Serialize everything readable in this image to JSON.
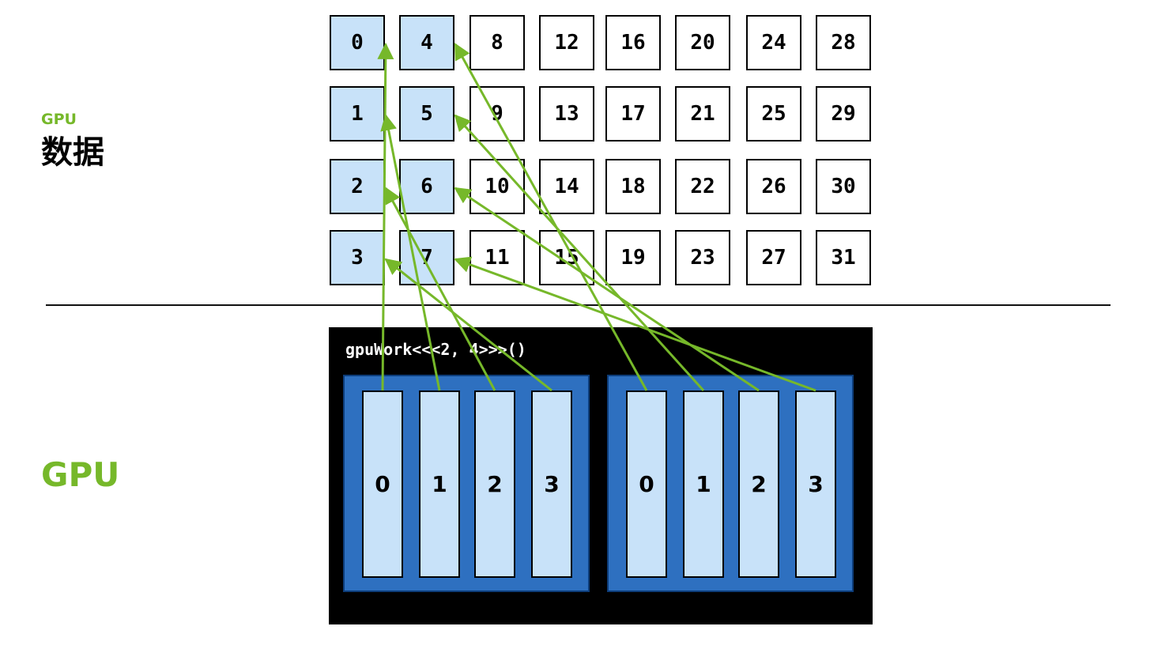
{
  "labels": {
    "gpu_small": "GPU",
    "data": "数据",
    "gpu": "GPU"
  },
  "colors": {
    "accent_green": "#76b82a",
    "cell_highlight": "#c8e2f9",
    "block_blue": "#2e70c0"
  },
  "data_grid": {
    "columns": [
      [
        "0",
        "1",
        "2",
        "3"
      ],
      [
        "4",
        "5",
        "6",
        "7"
      ],
      [
        "8",
        "9",
        "10",
        "11"
      ],
      [
        "12",
        "13",
        "14",
        "15"
      ],
      [
        "16",
        "17",
        "18",
        "19"
      ],
      [
        "20",
        "21",
        "22",
        "23"
      ],
      [
        "24",
        "25",
        "26",
        "27"
      ],
      [
        "28",
        "29",
        "30",
        "31"
      ]
    ],
    "highlighted": [
      "0",
      "1",
      "2",
      "3",
      "4",
      "5",
      "6",
      "7"
    ]
  },
  "kernel": {
    "code": "gpuWork<<<2, 4>>>()"
  },
  "blocks": [
    {
      "threads": [
        "0",
        "1",
        "2",
        "3"
      ]
    },
    {
      "threads": [
        "0",
        "1",
        "2",
        "3"
      ]
    }
  ],
  "mapping": [
    {
      "block": 0,
      "thread": 0,
      "data": "0"
    },
    {
      "block": 0,
      "thread": 1,
      "data": "1"
    },
    {
      "block": 0,
      "thread": 2,
      "data": "2"
    },
    {
      "block": 0,
      "thread": 3,
      "data": "3"
    },
    {
      "block": 1,
      "thread": 0,
      "data": "4"
    },
    {
      "block": 1,
      "thread": 1,
      "data": "5"
    },
    {
      "block": 1,
      "thread": 2,
      "data": "6"
    },
    {
      "block": 1,
      "thread": 3,
      "data": "7"
    }
  ]
}
